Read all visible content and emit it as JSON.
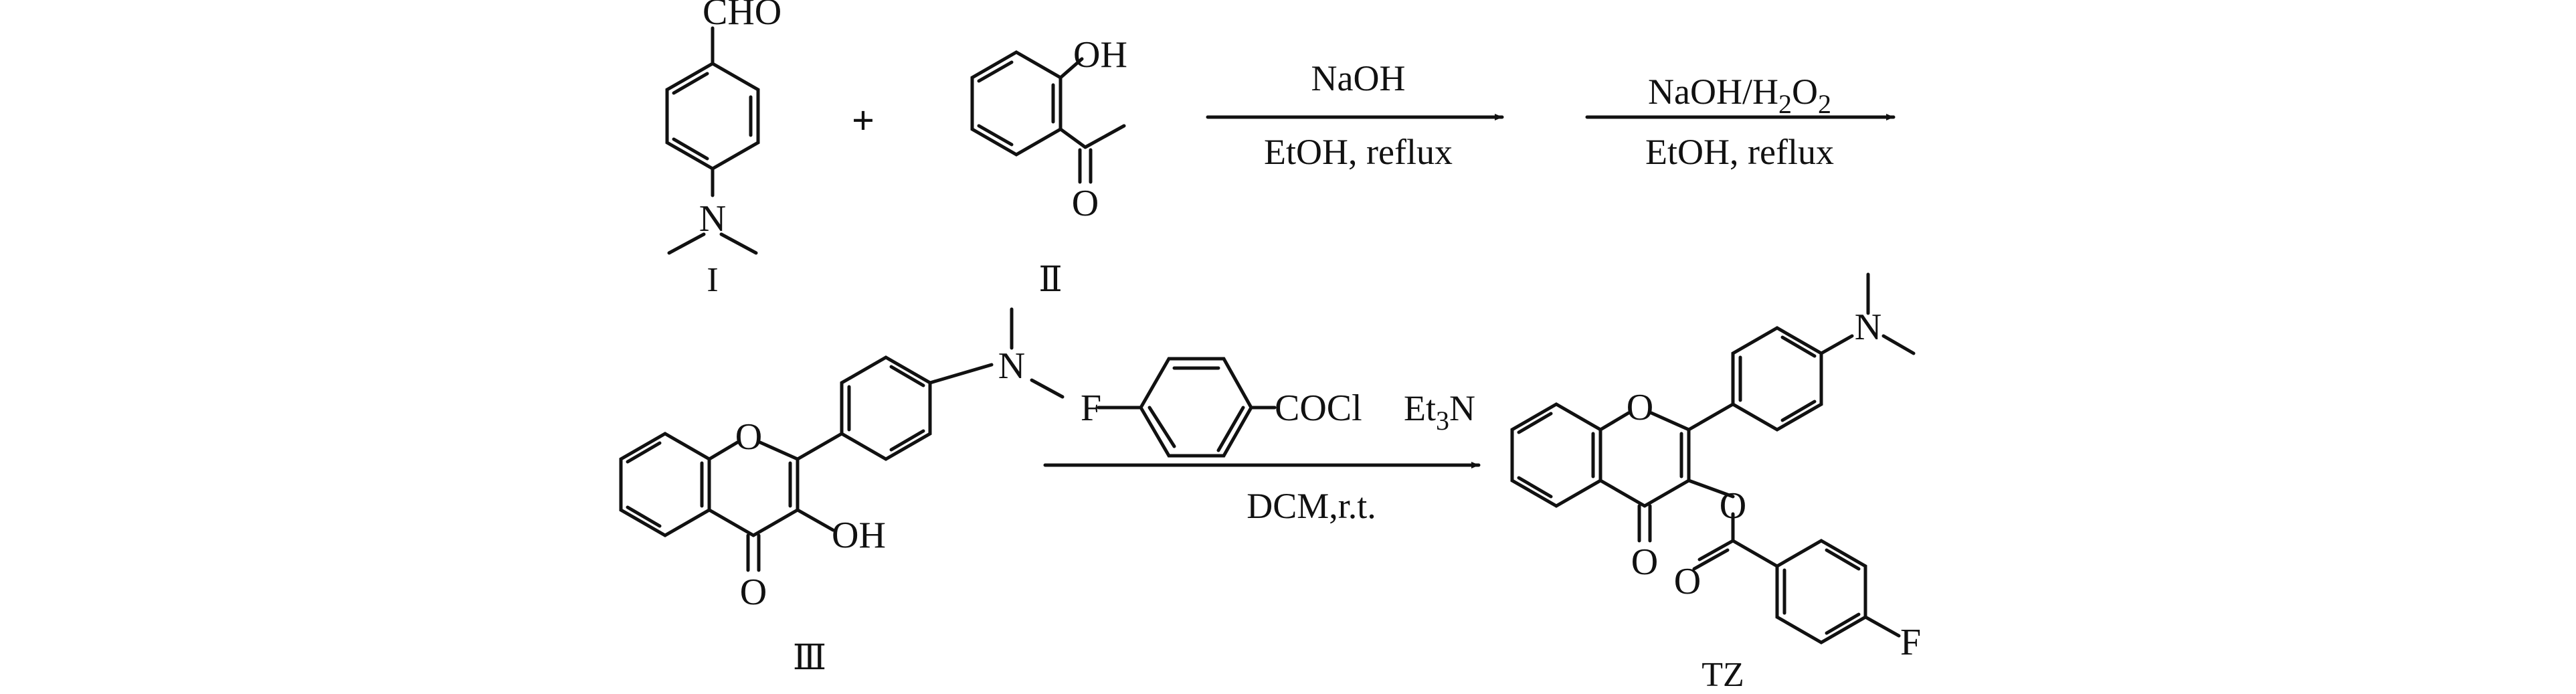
{
  "reactants": {
    "compound_I": {
      "label": "I",
      "atoms": {
        "aldehyde": "CHO",
        "nitrogen": "N"
      }
    },
    "plus_sign": "+",
    "compound_II": {
      "label": "Ⅱ",
      "atoms": {
        "hydroxyl": "OH",
        "carbonyl_oxygen": "O"
      }
    }
  },
  "step1": {
    "reagent": "NaOH",
    "conditions": "EtOH, reflux"
  },
  "step2": {
    "reagent": {
      "a": "NaOH/H",
      "sub_a": "2",
      "b": "O",
      "sub_b": "2"
    },
    "conditions": "EtOH, reflux"
  },
  "compound_III": {
    "label": "Ⅲ",
    "atoms": {
      "ring_oxygen": "O",
      "carbonyl_oxygen": "O",
      "hydroxyl": "OH",
      "nitrogen": "N"
    }
  },
  "step3": {
    "acyl_chloride": {
      "fluorine": "F",
      "group": "COCl"
    },
    "base": {
      "a": "Et",
      "sub": "3",
      "b": "N"
    },
    "conditions": "DCM,r.t."
  },
  "product_TZ": {
    "label": "TZ",
    "atoms": {
      "ring_oxygen": "O",
      "nitrogen": "N",
      "carbonyl_oxygen": "O",
      "ester_oxygen": "O",
      "ester_carbonyl_oxygen": "O",
      "fluorine": "F"
    }
  }
}
